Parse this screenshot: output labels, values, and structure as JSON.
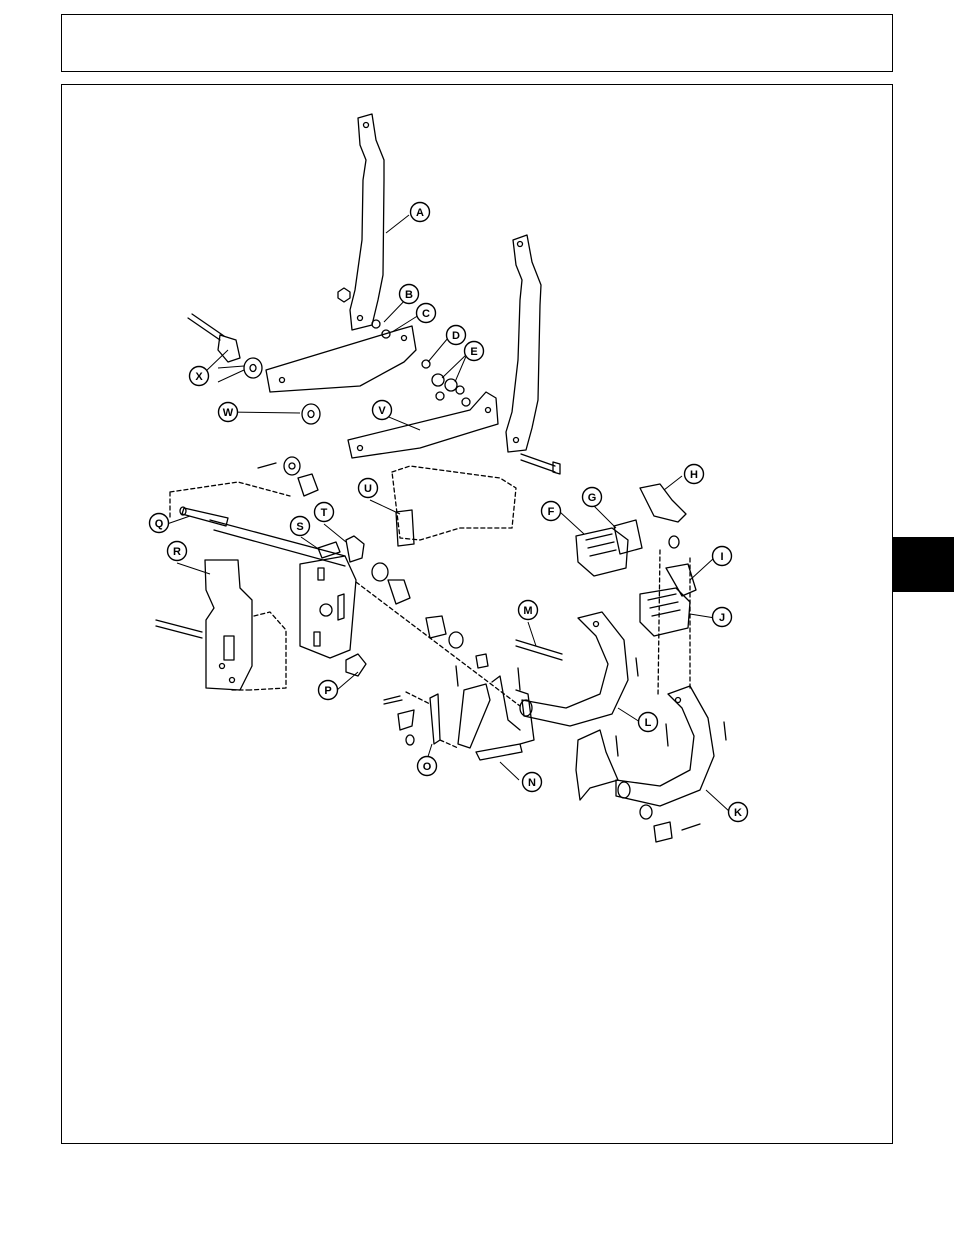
{
  "diagram": {
    "callouts": [
      "A",
      "B",
      "C",
      "D",
      "E",
      "F",
      "G",
      "H",
      "I",
      "J",
      "K",
      "L",
      "M",
      "N",
      "O",
      "P",
      "Q",
      "R",
      "S",
      "T",
      "U",
      "V",
      "W",
      "X"
    ]
  },
  "colors": {
    "line": "#000000",
    "paper": "#ffffff",
    "tab": "#000000"
  }
}
